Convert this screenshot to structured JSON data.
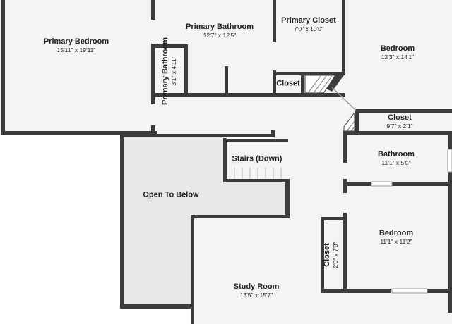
{
  "rooms": [
    {
      "name": "Primary Bedroom",
      "dims": "15'11\" x 19'11\""
    },
    {
      "name": "Primary Bathroom",
      "dims": "12'7\" x 12'5\""
    },
    {
      "name": "Primary Closet",
      "dims": "7'0\" x 10'0\""
    },
    {
      "name": "Bedroom",
      "dims": "12'3\" x 14'1\""
    },
    {
      "name": "Primary Bathroom",
      "dims": "3'1\" x 4'11\""
    },
    {
      "name": "Closet",
      "dims": ""
    },
    {
      "name": "Closet",
      "dims": "9'7\" x 2'1\""
    },
    {
      "name": "Stairs (Down)",
      "dims": ""
    },
    {
      "name": "Bathroom",
      "dims": "11'1\" x 5'0\""
    },
    {
      "name": "Open To Below",
      "dims": ""
    },
    {
      "name": "Bedroom",
      "dims": "11'1\" x 11'2\""
    },
    {
      "name": "Closet",
      "dims": "2'0\" x 7'8\""
    },
    {
      "name": "Study Room",
      "dims": "13'5\" x 15'7\""
    }
  ],
  "colors": {
    "wall": "#3b3b3b",
    "floor": "#f4f4f4",
    "open_area": "#e8e8e8"
  }
}
